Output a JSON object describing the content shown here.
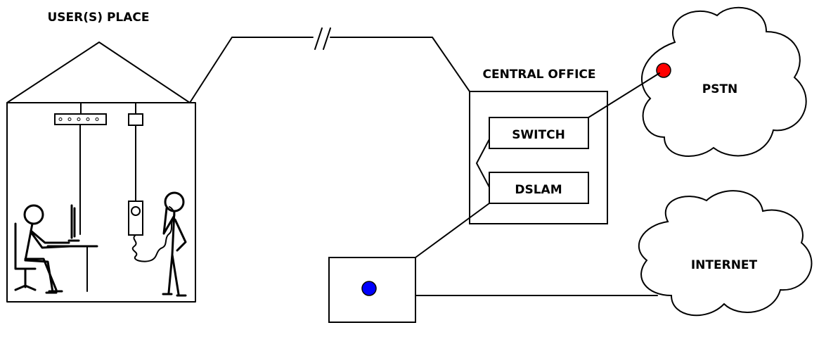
{
  "labels": {
    "user_place": "USER(S) PLACE",
    "central_office": "CENTRAL OFFICE",
    "switch": "SWITCH",
    "dslam": "DSLAM",
    "pstn": "PSTN",
    "internet": "INTERNET"
  },
  "colors": {
    "pstn_dot": "#ff0000",
    "isp_dot": "#0000ff",
    "line": "#000000"
  }
}
